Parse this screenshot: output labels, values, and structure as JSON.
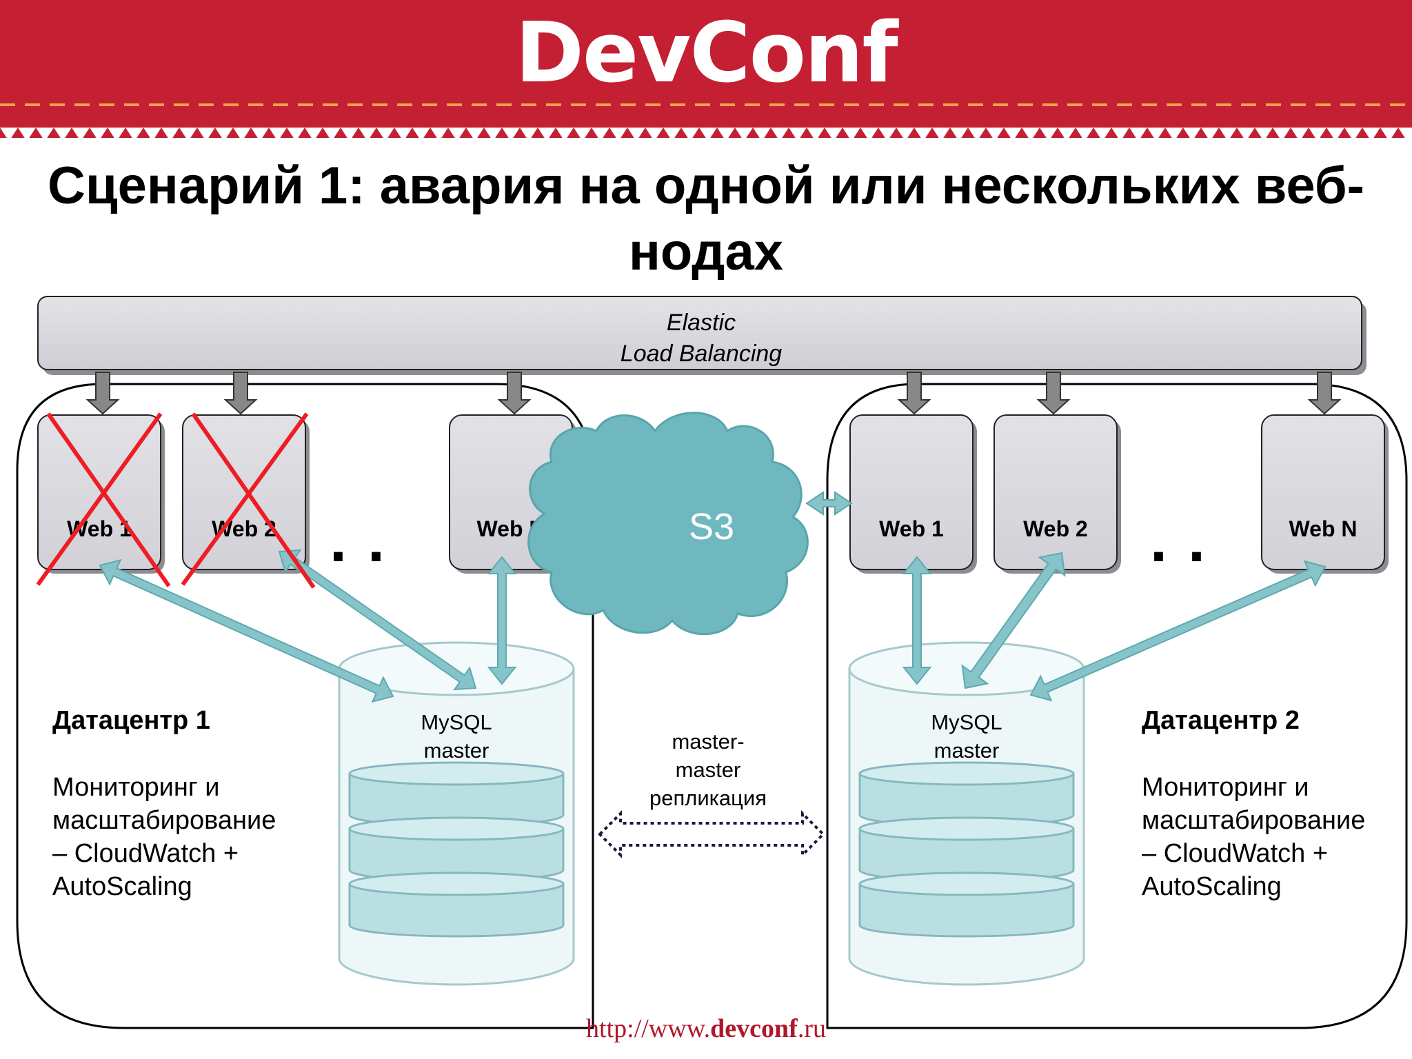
{
  "header": {
    "logo": "DevConf",
    "accent_color": "#c41f33",
    "stitch_color": "#f3a34a"
  },
  "slide": {
    "title": "Сценарий 1: авария на одной или нескольких веб-нодах"
  },
  "load_balancer": {
    "line1": "Elastic",
    "line2": "Load Balancing"
  },
  "datacenter1": {
    "web_nodes": [
      "Web 1",
      "Web 2",
      "Web N"
    ],
    "failed_nodes": [
      "Web 1",
      "Web 2"
    ],
    "ellipsis": "..",
    "db_line1": "MySQL",
    "db_line2": "master",
    "title": "Датацентр 1",
    "desc_lines": [
      "Мониторинг и",
      "масштабирование",
      "– CloudWatch +",
      "AutoScaling"
    ]
  },
  "datacenter2": {
    "web_nodes": [
      "Web 1",
      "Web 2",
      "Web N"
    ],
    "ellipsis": "..",
    "db_line1": "MySQL",
    "db_line2": "master",
    "title": "Датацентр 2",
    "desc_lines": [
      "Мониторинг и",
      "масштабирование",
      "– CloudWatch +",
      "AutoScaling"
    ]
  },
  "storage": {
    "label": "S3"
  },
  "replication": {
    "lines": [
      "master-",
      "master",
      "репликация"
    ]
  },
  "footer": {
    "url_prefix": "http://www.",
    "url_bold": "devconf",
    "url_suffix": ".ru"
  }
}
